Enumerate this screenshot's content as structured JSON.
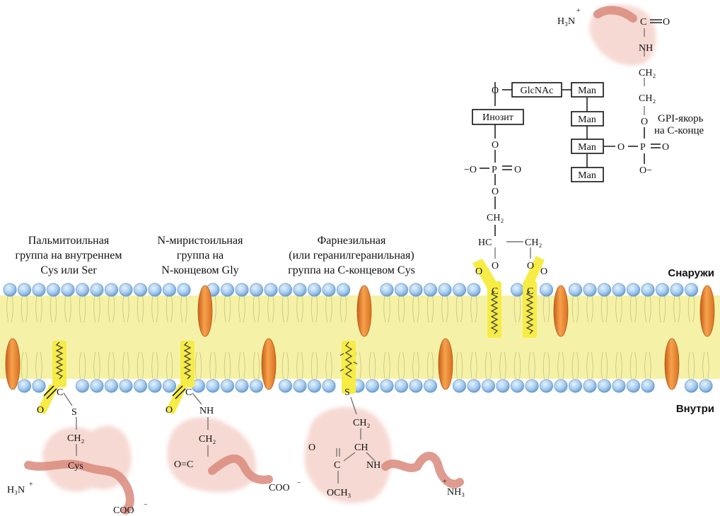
{
  "colors": {
    "head": "#a8cdf0",
    "head_stroke": "#5b8fc7",
    "tail": "#f4f1a0",
    "protein": "#d98a7c",
    "protein_glow": "#f3c9c0",
    "highlight": "#f6ec45",
    "orange": "#e8832a"
  },
  "labels": {
    "outside": "Снаружи",
    "inside": "Внутри",
    "palm": [
      "Пальмитоильная",
      "группа на внутреннем",
      "Cys или Ser"
    ],
    "myr": [
      "N-миристоильная",
      "группа на",
      "N-концевом Gly"
    ],
    "farn": [
      "Фарнезильная",
      "(или геранилгеранильная)",
      "группа на С-концевом Cys"
    ],
    "gpi": [
      "GPI-якорь",
      "на С-конце"
    ]
  },
  "chem": {
    "o": "O",
    "s": "S",
    "c": "C",
    "ch": "CH",
    "hc": "HC",
    "nh": "NH",
    "ch2": "CH₂",
    "cys": "Cys",
    "och3": "OCH₃",
    "nh3": "NH₃",
    "h3n": "H₃N",
    "plus": "+",
    "coo": "COO",
    "minus": "−",
    "p": "P",
    "neg_o": "−O",
    "c_eq_o": "C=O",
    "o_eq_c": "O=C",
    "eq_o": "=O",
    "o_minus": "O−"
  },
  "boxes": {
    "glcnac": "GlcNAc",
    "man": "Man",
    "inositol": "Инозит"
  }
}
